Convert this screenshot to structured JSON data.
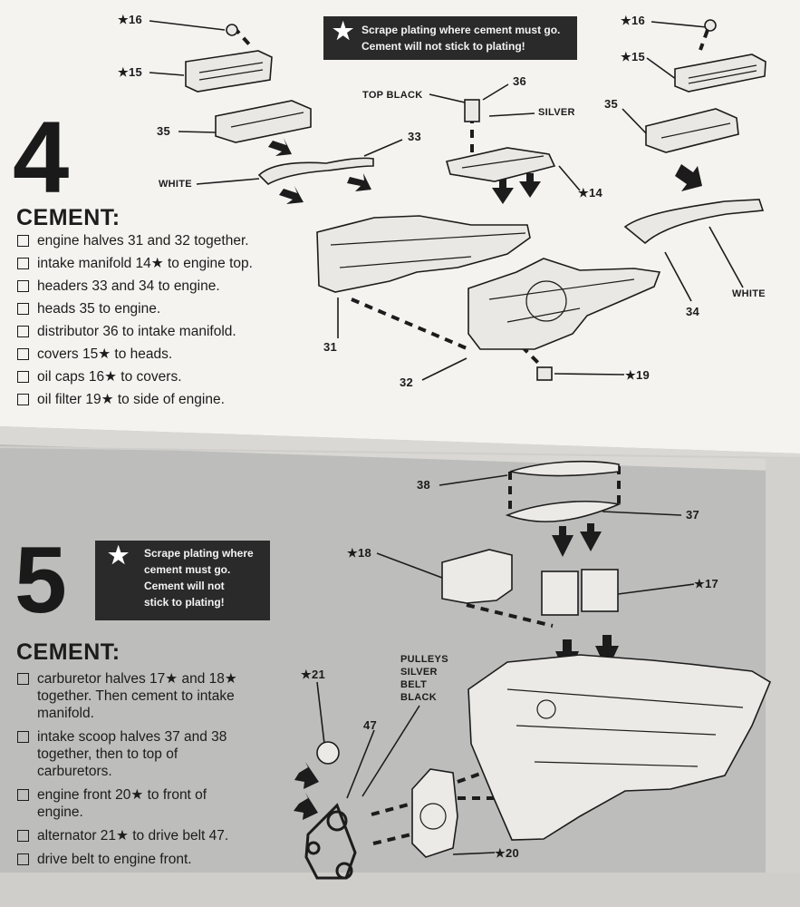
{
  "step4": {
    "number": "4",
    "notice": {
      "line1": "Scrape plating where",
      "line2": "cement must go.",
      "line3": "Cement will not",
      "line4": "stick to plating!"
    },
    "cement_title": "CEMENT:",
    "items": [
      "engine halves 31 and 32 together.",
      "intake manifold 14★ to engine top.",
      "headers 33 and 34 to engine.",
      "heads 35 to engine.",
      "distributor 36 to intake manifold.",
      "covers 15★ to heads.",
      "oil caps 16★ to covers.",
      "oil filter 19★ to side of engine."
    ],
    "labels": {
      "l16a": "★16",
      "l15a": "★15",
      "l35a": "35",
      "l33": "33",
      "white1": "WHITE",
      "top_black": "TOP BLACK",
      "l36": "36",
      "silver": "SILVER",
      "l14": "★14",
      "l16b": "★16",
      "l15b": "★15",
      "l35b": "35",
      "white2": "WHITE",
      "l34": "34",
      "l31": "31",
      "l32": "32",
      "l19": "★19"
    },
    "notice_top": {
      "line1": "Scrape plating where cement must go.",
      "line2": "Cement will not stick to plating!"
    }
  },
  "step5": {
    "number": "5",
    "notice": {
      "line1": "Scrape plating where",
      "line2": "cement must go.",
      "line3": "Cement will not",
      "line4": "stick to plating!"
    },
    "cement_title": "CEMENT:",
    "items": [
      {
        "l1": "carburetor halves 17★ and 18★",
        "l2": "together. Then cement to intake",
        "l3": "manifold."
      },
      {
        "l1": "intake scoop halves 37 and 38",
        "l2": "together, then to top of",
        "l3": "carburetors."
      },
      {
        "l1": "engine front 20★ to front of",
        "l2": "engine.",
        "l3": ""
      },
      {
        "l1": "alternator 21★ to drive belt 47.",
        "l2": "",
        "l3": ""
      },
      {
        "l1": "drive belt to engine front.",
        "l2": "",
        "l3": ""
      }
    ],
    "labels": {
      "l38": "38",
      "l37": "37",
      "l18": "★18",
      "l17": "★17",
      "pulleys": "PULLEYS",
      "silver": "SILVER",
      "belt": "BELT",
      "black": "BLACK",
      "l21": "★21",
      "l47": "47",
      "l20": "★20"
    }
  }
}
